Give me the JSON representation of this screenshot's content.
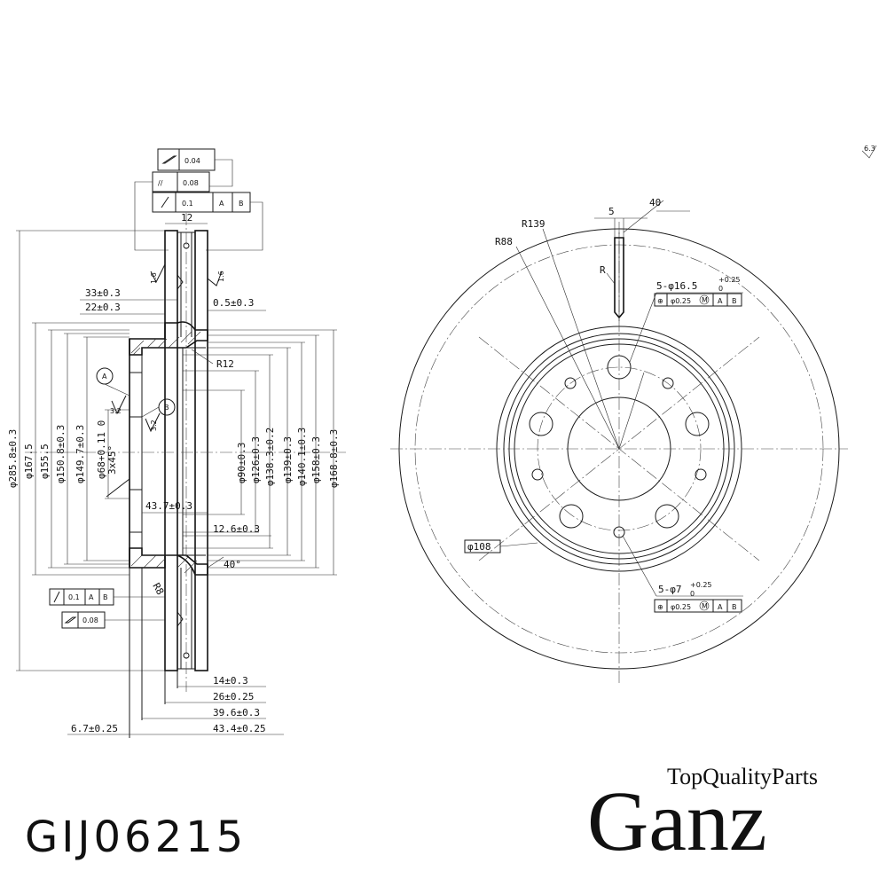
{
  "tolerance_frame": {
    "flatness": "0.04",
    "parallelism": "0.08",
    "runout": "0.1",
    "datum_a": "A",
    "datum_b": "B"
  },
  "section_dims": {
    "width_top": "12",
    "d33": "33±0.3",
    "d22": "22±0.3",
    "d05": "0.5±0.3",
    "r12": "R12",
    "r8": "R8",
    "d437": "43.7±0.3",
    "d126": "12.6±0.3",
    "angle40": "40°",
    "d14": "14±0.3",
    "d26": "26±0.25",
    "d396": "39.6±0.3",
    "d67": "6.7±0.25",
    "d434": "43.4±0.25",
    "chamfer": "3x45°",
    "rough16a": "1.6",
    "rough16b": "1.6",
    "rough32a": "3.2",
    "rough32b": "3.2",
    "datum_a_label": "A",
    "datum_b_label": "B",
    "runout_low": "0.1",
    "flatness_low": "0.08"
  },
  "diameters_left": [
    "φ285.8±0.3",
    "φ167.5",
    "φ155.5",
    "φ150.8±0.3",
    "φ149.7±0.3",
    "φ68+0.11 0"
  ],
  "diameters_right": [
    "φ90±0.3",
    "φ126±0.3",
    "φ138.3±0.2",
    "φ139±0.3",
    "φ140.1±0.3",
    "φ158±0.3",
    "φ168.8±0.3"
  ],
  "front_view": {
    "r139": "R139",
    "r88": "R88",
    "dim5": "5",
    "angle40": "40",
    "r_label": "R",
    "holes_large": "5-φ16.5",
    "holes_large_tol_up": "+0.25",
    "holes_large_tol_lo": "0",
    "holes_small": "5-φ7",
    "holes_small_tol_up": "+0.25",
    "holes_small_tol_lo": "0",
    "position_tol": "φ0.25",
    "mmc": "M",
    "datum_a": "A",
    "datum_b": "B",
    "d108": "φ108",
    "roughness": "6.3"
  },
  "part_number": "GIJ06215",
  "brand": {
    "name": "Ganz",
    "tagline": "TopQualityParts"
  }
}
